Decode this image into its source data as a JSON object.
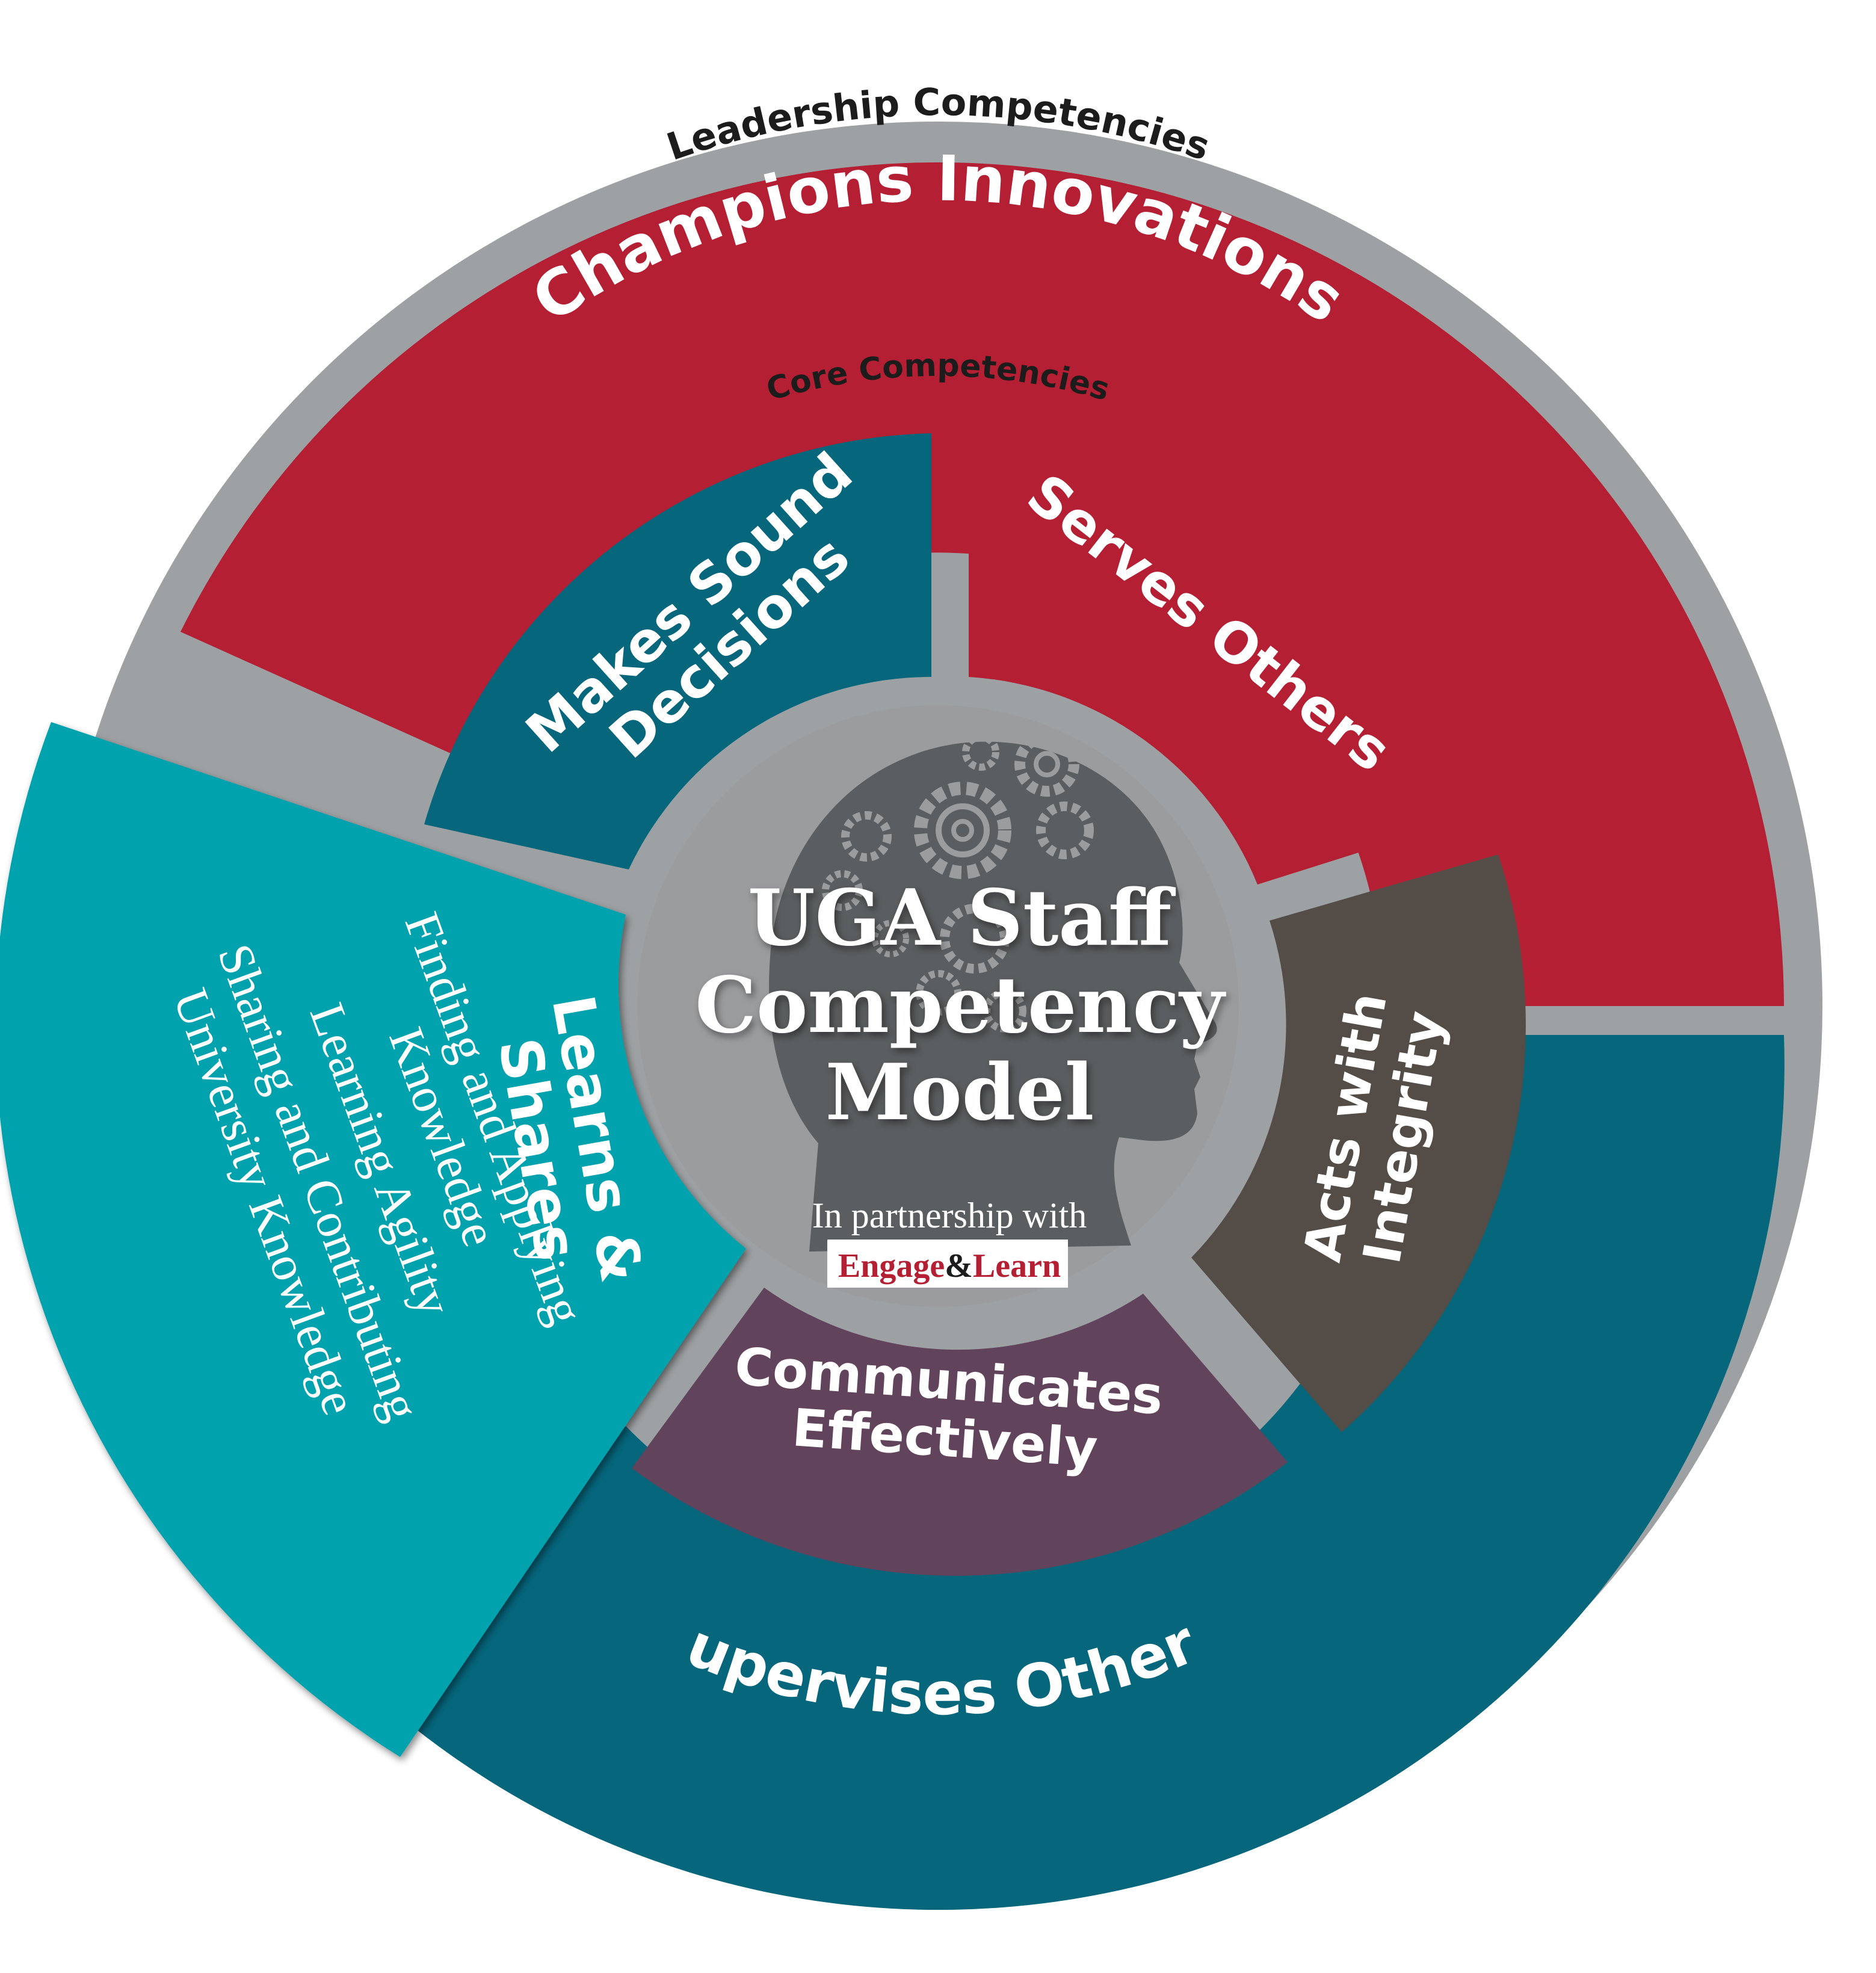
{
  "title": [
    "UGA Staff",
    "Competency",
    "Model"
  ],
  "partnership": {
    "text": "In partnership with",
    "brand_part1": "Engage",
    "brand_amp": "&",
    "brand_part2": "Learn"
  },
  "rings": {
    "leadership_label": "Leadership Competencies",
    "core_label": "Core Competencies"
  },
  "leadership": {
    "champions": "Champions Innovations",
    "supervises": "Supervises Others"
  },
  "core": {
    "makes_sound": [
      "Makes Sound",
      "Decisions"
    ],
    "serves_others": "Serves Others",
    "acts_integrity": [
      "Acts with",
      "Integrity"
    ],
    "communicates": [
      "Communicates",
      "Effectively"
    ]
  },
  "highlight": {
    "title": [
      "Learns &",
      "Shares"
    ],
    "items": [
      "Finding and Applying",
      "Knowledge",
      "Learning Agility",
      "Sharing and Contributing",
      "University Knowledge"
    ]
  },
  "colors": {
    "gray_ring": "#9ea1a3",
    "red": "#b41f33",
    "teal_dark": "#05667c",
    "teal_light": "#00a2ae",
    "brown": "#534c47",
    "purple": "#62435c",
    "inner_gray": "#9a9c9e",
    "head": "#5b5e60",
    "label_dark": "#1c1c1c",
    "brand_red": "#b41f33"
  }
}
